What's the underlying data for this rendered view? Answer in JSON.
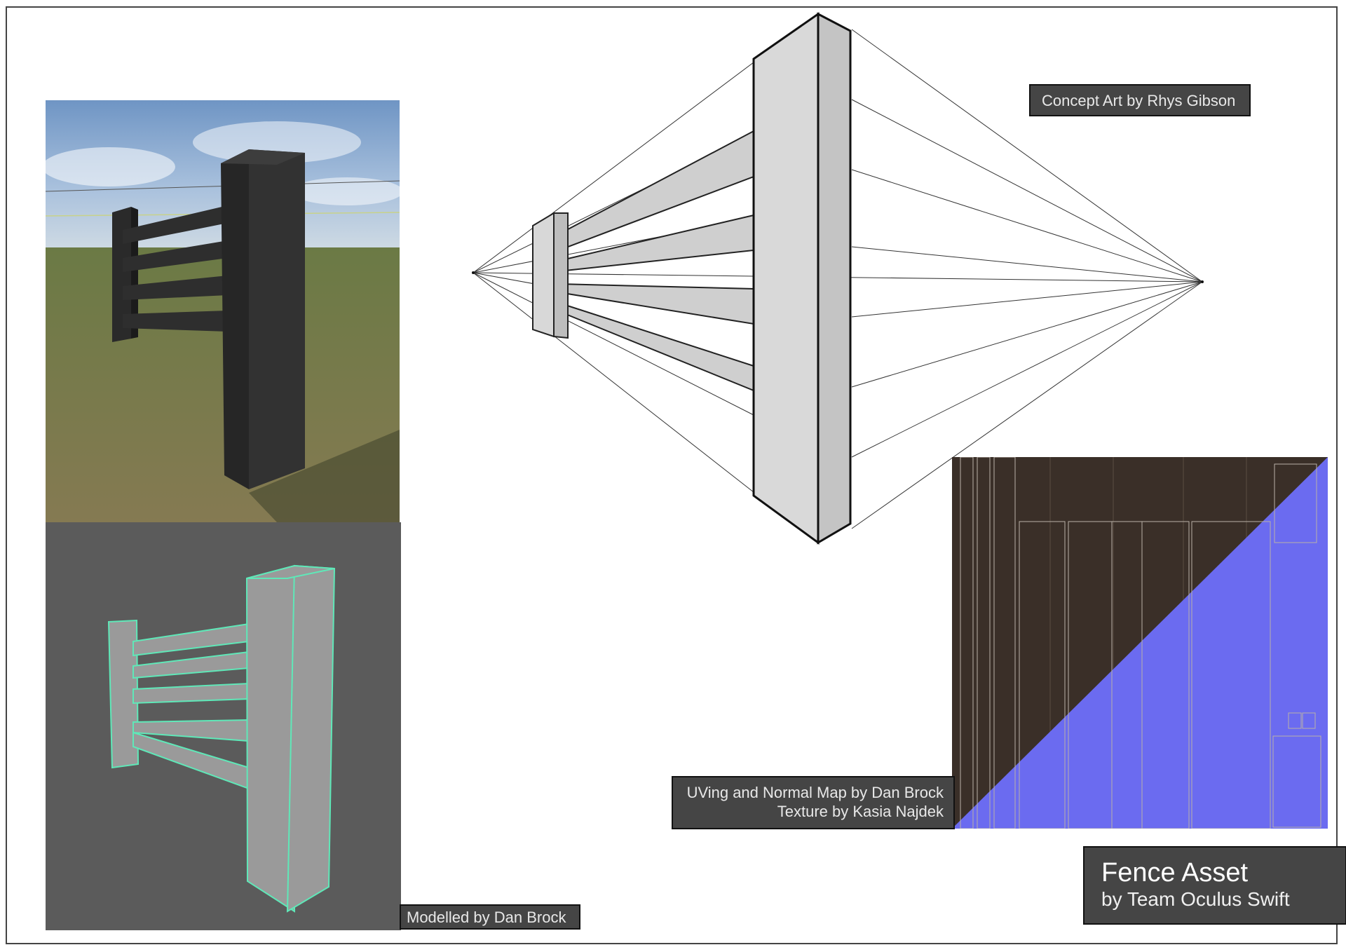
{
  "captions": {
    "concept": "Concept Art by Rhys Gibson",
    "texture_line1": "UVing and Normal Map by Dan Brock",
    "texture_line2": "Texture by Kasia Najdek",
    "model": "Modelled by Dan Brock"
  },
  "title": {
    "main": "Fence Asset",
    "sub": "by Team Oculus Swift"
  },
  "colors": {
    "caption_bg": "#454545",
    "wireframe_edge": "#5fe8b8",
    "normal_map": "#6b6bf0",
    "wood_dark": "#3a2f28",
    "model_bg": "#5b5b5b"
  }
}
